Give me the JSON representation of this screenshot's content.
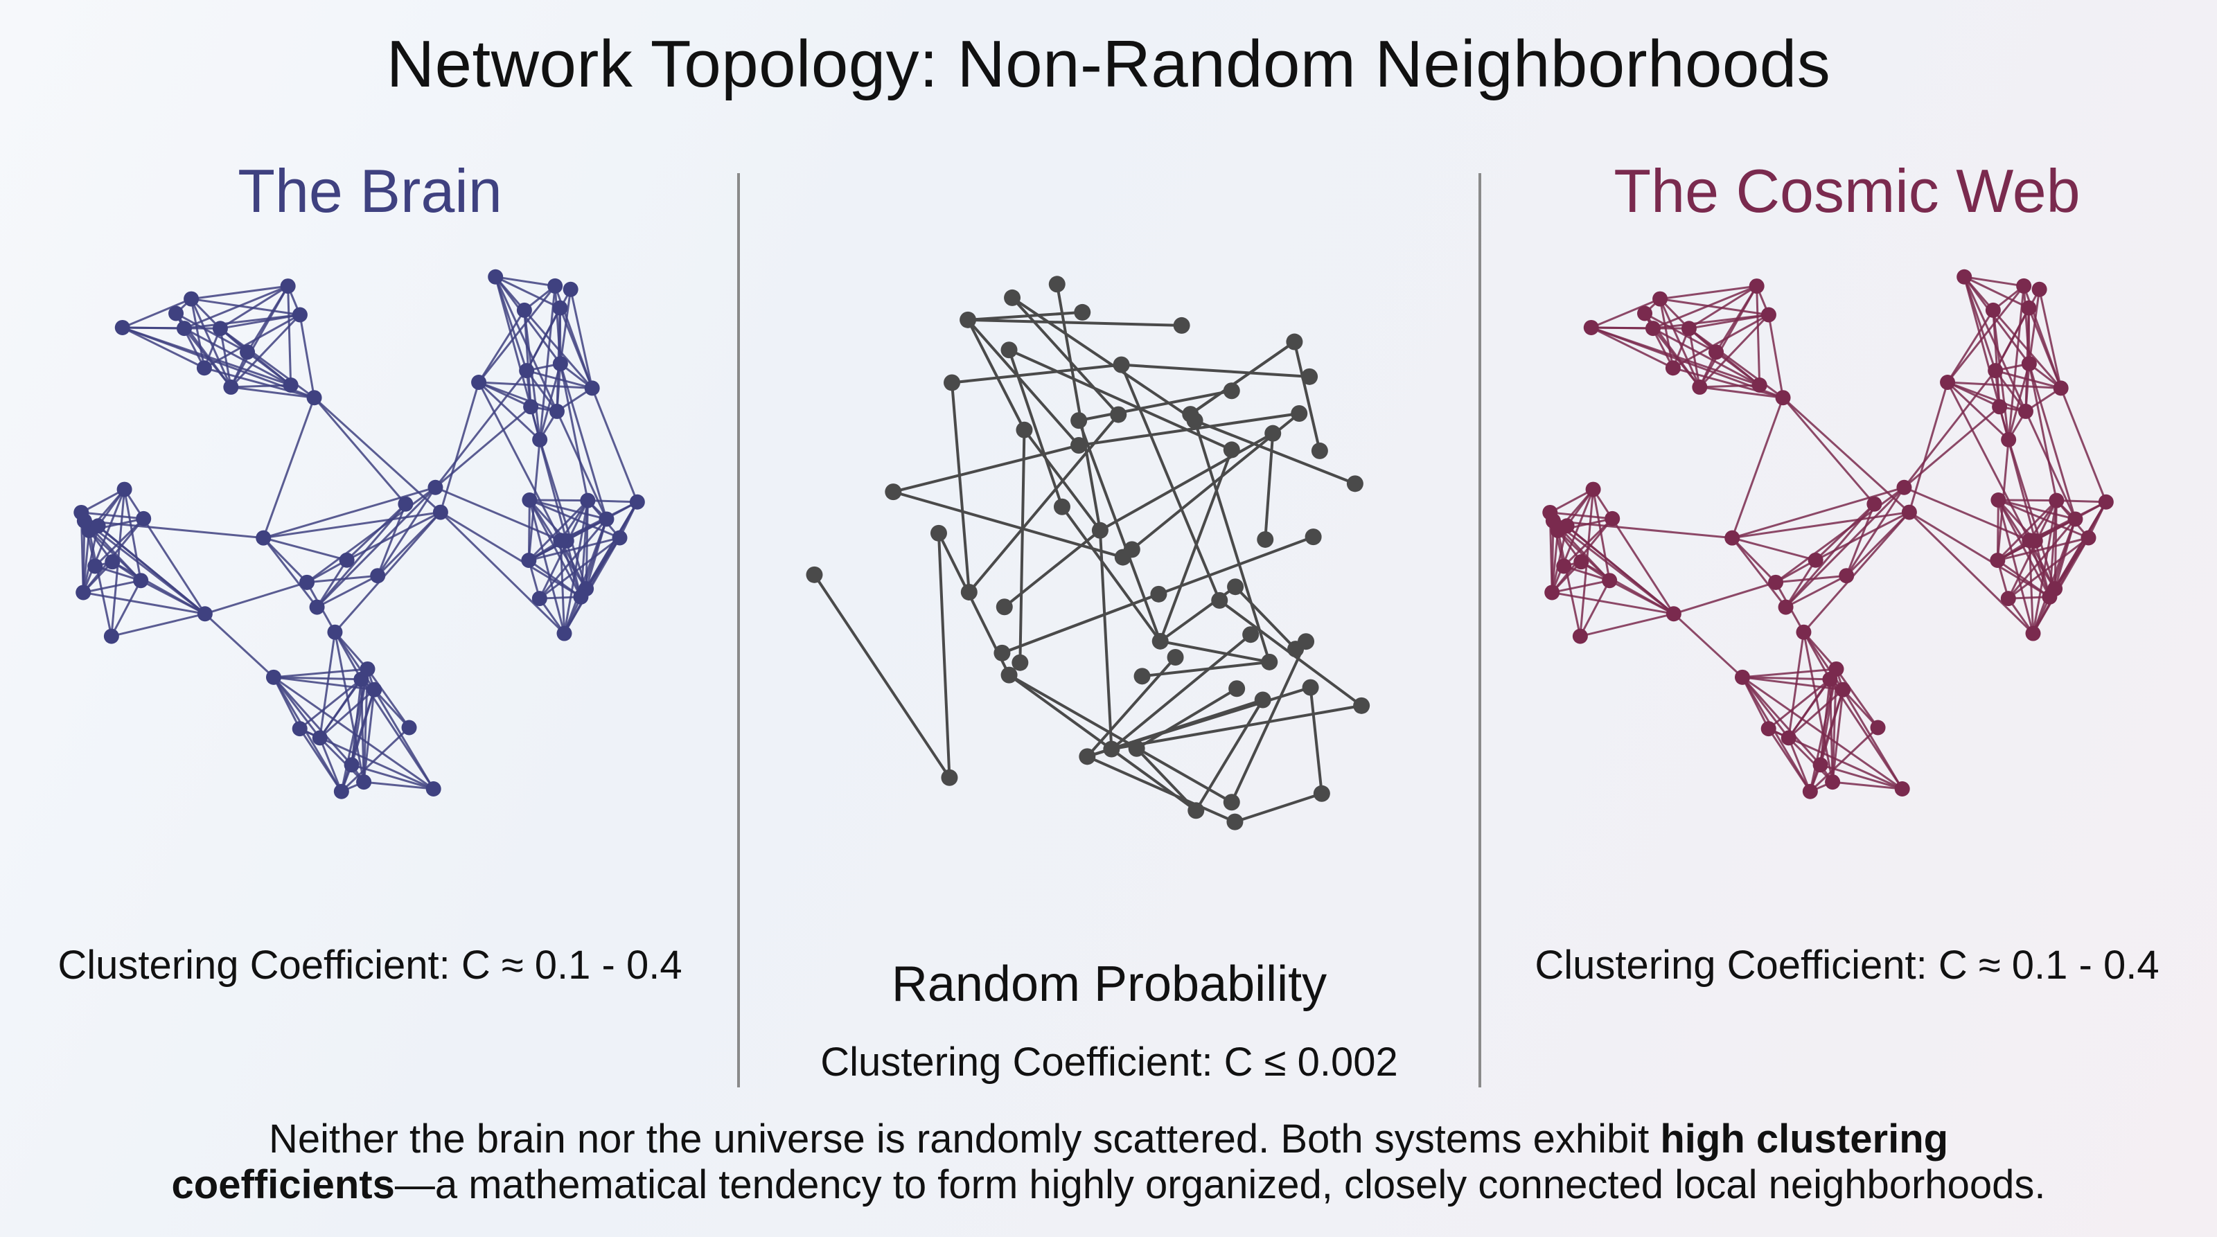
{
  "title": "Network Topology: Non-Random Neighborhoods",
  "panels": {
    "brain": {
      "title": "The Brain",
      "caption": "Clustering Coefficient: C ≈ 0.1 - 0.4",
      "color": "#3f4180"
    },
    "random": {
      "heading": "Random Probability",
      "caption": "Clustering Coefficient: C ≤ 0.002",
      "color": "#4a4a4a"
    },
    "cosmic": {
      "title": "The Cosmic Web",
      "caption": "Clustering Coefficient: C ≈ 0.1 - 0.4",
      "color": "#7a2a4e"
    }
  },
  "footer": {
    "part1": "Neither the brain nor the universe is randomly scattered. Both systems exhibit ",
    "bold1": "high clustering",
    "bold2": "coefficients",
    "part2": "—a mathematical tendency to form highly organized, closely connected local neighborhoods."
  }
}
